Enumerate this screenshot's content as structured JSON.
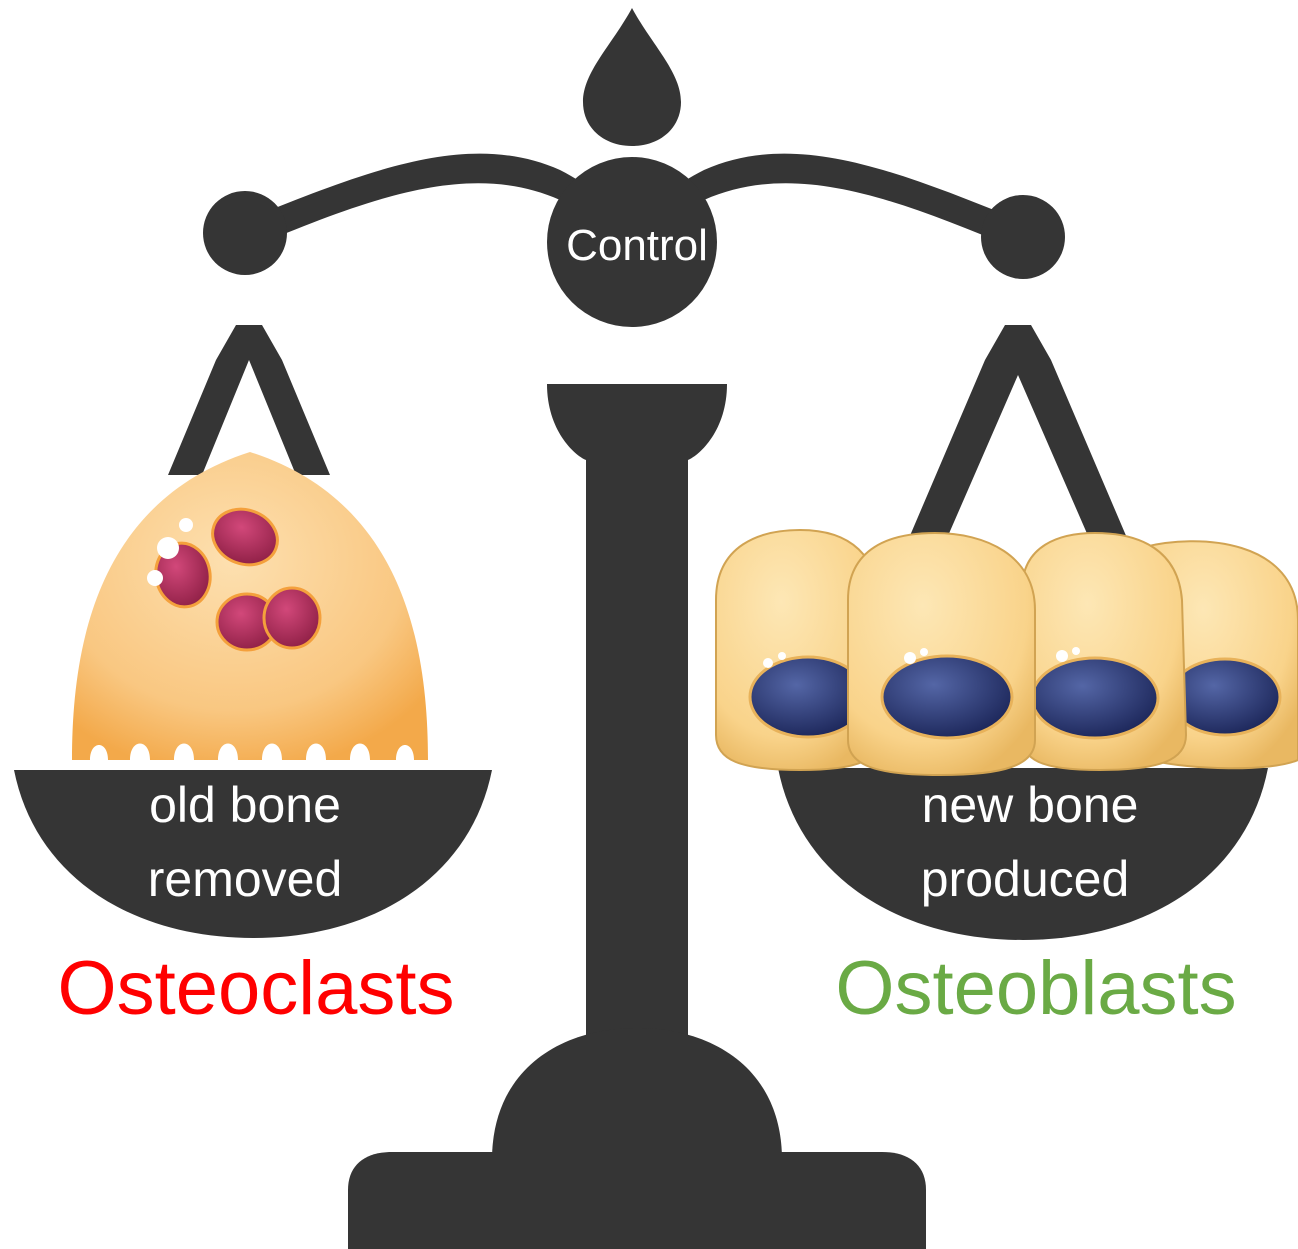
{
  "center_label": "Control",
  "left_pan": {
    "text_line1": "old bone",
    "text_line2": "removed",
    "title": "Osteoclasts",
    "title_color": "#ff0000"
  },
  "right_pan": {
    "text_line1": "new bone",
    "text_line2": "produced",
    "title": "Osteoblasts",
    "title_color": "#6aaa45"
  },
  "colors": {
    "scale": "#353535",
    "cell_body": "#f9cc84",
    "osteoclast_nucleus": "#b0305a",
    "osteoblast_nucleus": "#2b3a78"
  }
}
